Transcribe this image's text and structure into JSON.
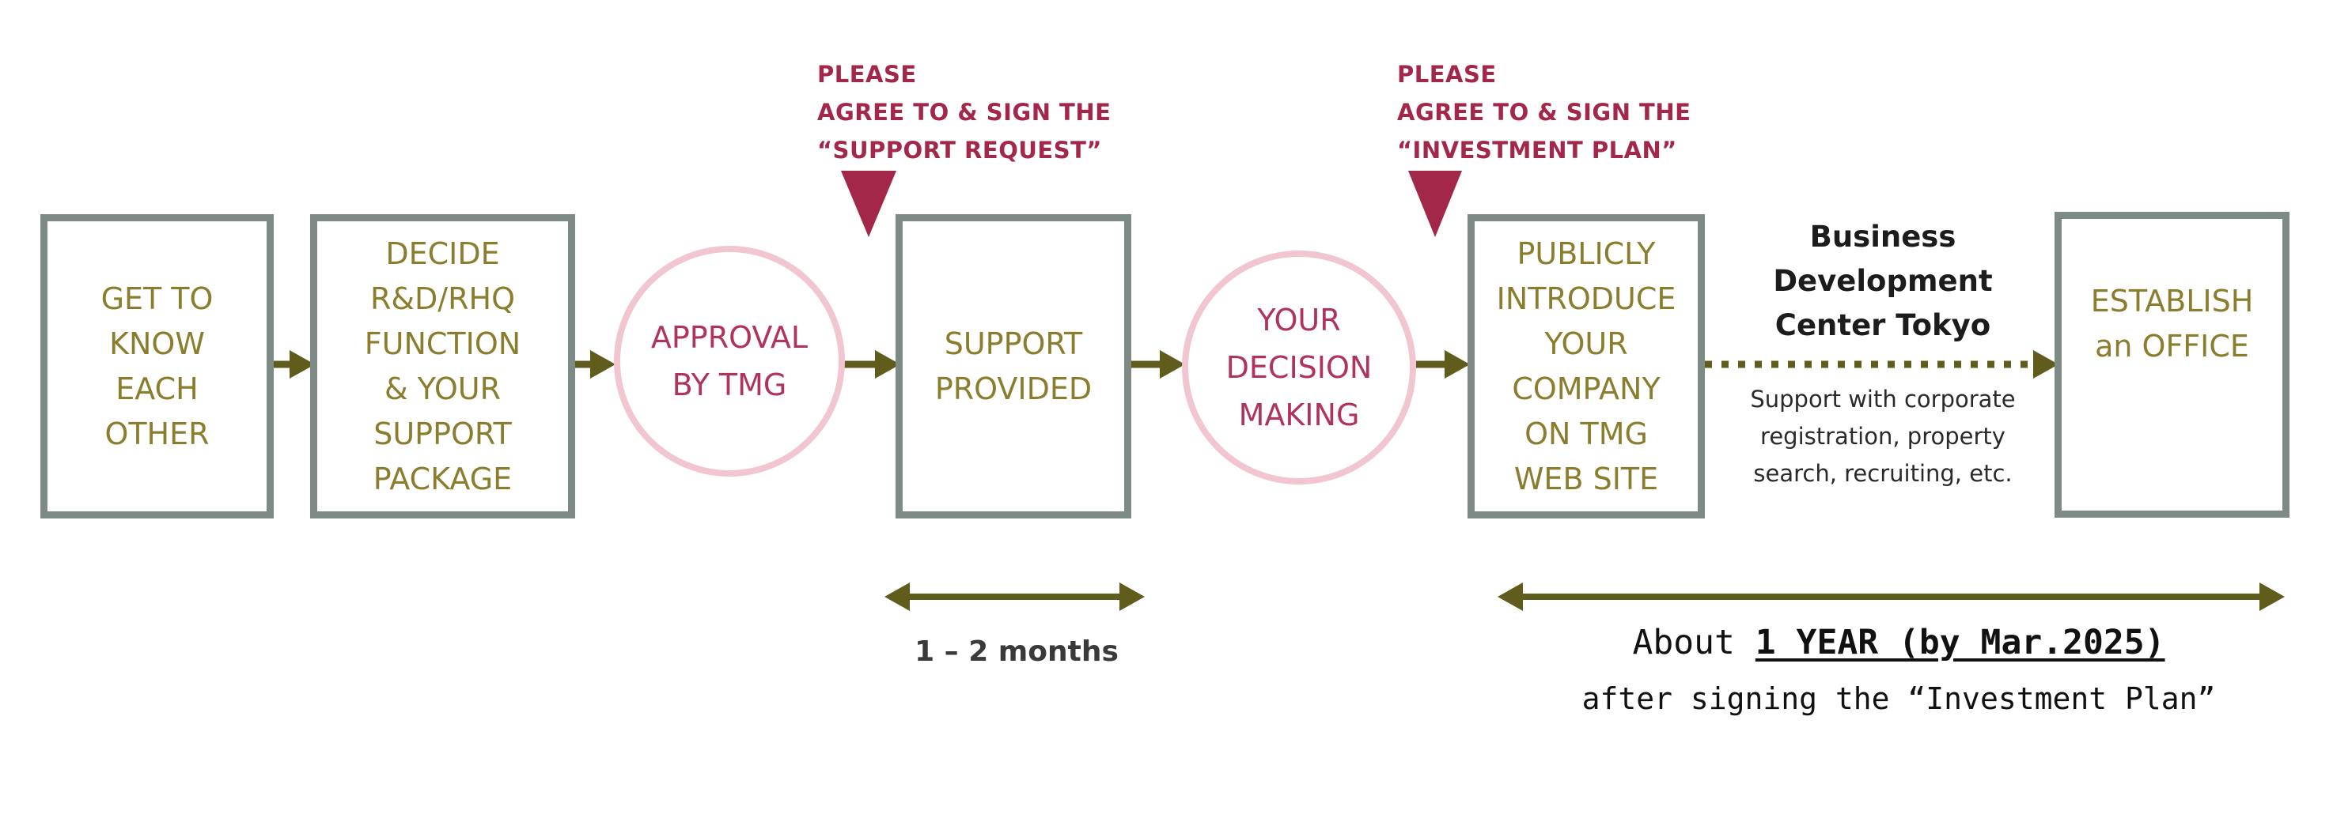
{
  "steps": {
    "get_to_know": [
      "GET TO",
      "KNOW",
      "EACH",
      "OTHER"
    ],
    "decide": [
      "DECIDE",
      "R&D/RHQ",
      "FUNCTION",
      "& YOUR",
      "SUPPORT",
      "PACKAGE"
    ],
    "approval": [
      "APPROVAL",
      "BY TMG"
    ],
    "support_provided": [
      "SUPPORT",
      "PROVIDED"
    ],
    "decision": [
      "YOUR",
      "DECISION",
      "MAKING"
    ],
    "publicly_introduce": [
      "PUBLICLY",
      "INTRODUCE",
      "YOUR",
      "COMPANY",
      "ON TMG",
      "WEB SITE"
    ],
    "establish": [
      "ESTABLISH",
      "an OFFICE"
    ]
  },
  "callouts": {
    "support_request": [
      "PLEASE",
      "AGREE TO & SIGN THE",
      "“SUPPORT REQUEST”"
    ],
    "investment_plan": [
      "PLEASE",
      "AGREE TO & SIGN THE",
      "“INVESTMENT PLAN”"
    ]
  },
  "business_center": {
    "title": [
      "Business",
      "Development",
      "Center Tokyo"
    ],
    "subtitle": [
      "Support with corporate",
      "registration, property",
      "search, recruiting, etc."
    ]
  },
  "durations": {
    "support_period": "1 – 2 months",
    "about_prefix": "About ",
    "about_emphasis": "1 YEAR (by Mar.2025)",
    "after_note": "after signing the “Investment Plan”"
  },
  "icons": {
    "office": "office-building-icon",
    "callout_marker": "triangle-down-marker-icon"
  },
  "colors": {
    "box_border": "#7d8a86",
    "box_text": "#8a7e2e",
    "circle_border": "#f1c6d0",
    "circle_text": "#b0335a",
    "callout": "#a32748",
    "arrow": "#5f5c1c",
    "building": "#bcc06a"
  }
}
